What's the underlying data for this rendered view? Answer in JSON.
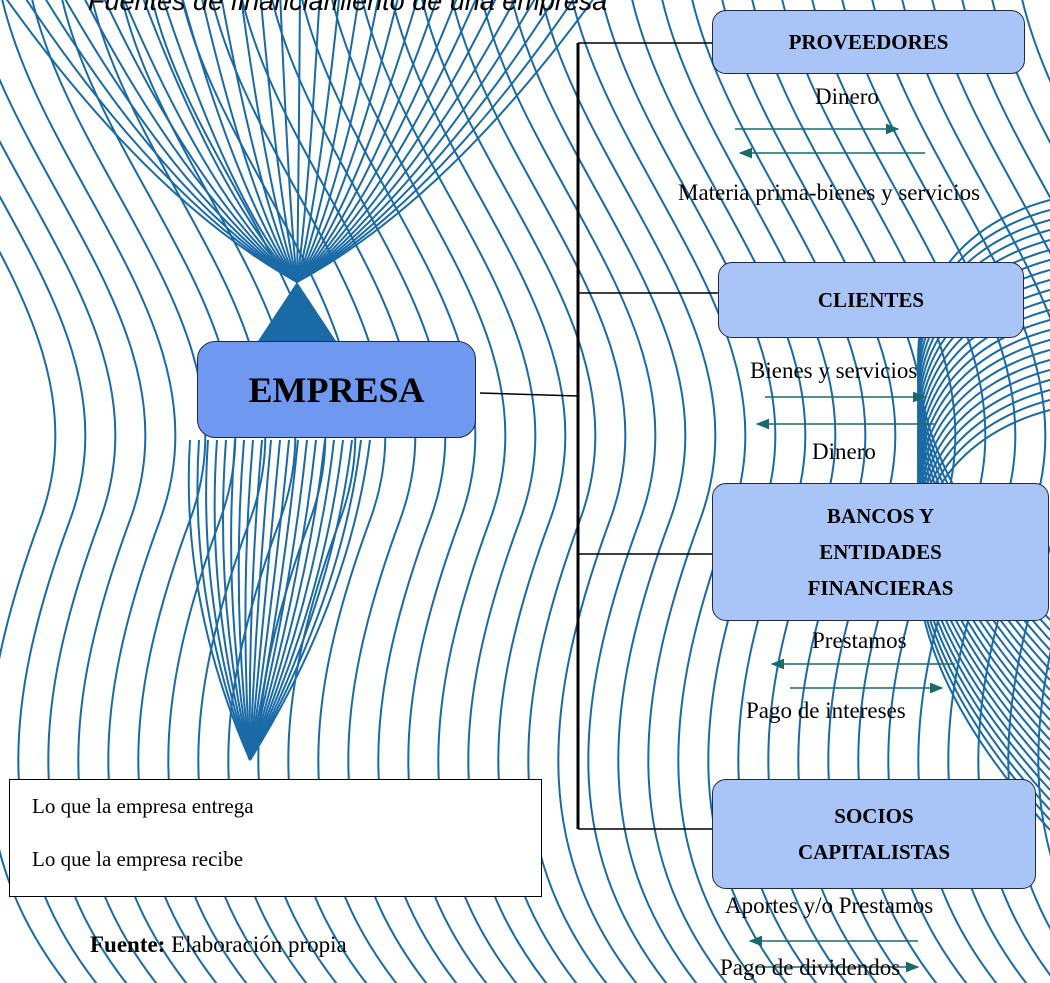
{
  "title": "Fuentes de financiamiento de una empresa",
  "center": {
    "label": "EMPRESA"
  },
  "entities": [
    {
      "name": "PROVEEDORES",
      "top_label": "Dinero",
      "bottom_label": "Materia prima-bienes y servicios"
    },
    {
      "name": "CLIENTES",
      "top_label": "Bienes y servicios",
      "bottom_label": "Dinero"
    },
    {
      "name_lines": [
        "BANCOS Y",
        "ENTIDADES",
        "FINANCIERAS"
      ],
      "top_label": "Prestamos",
      "bottom_label": "Pago de intereses"
    },
    {
      "name_lines": [
        "SOCIOS",
        "CAPITALISTAS"
      ],
      "top_label": "Aportes  y/o Prestamos",
      "bottom_label": "Pago de dividendos"
    }
  ],
  "legend": {
    "gives": "Lo que la empresa entrega",
    "receives": "Lo que la empresa recibe"
  },
  "source": {
    "label": "Fuente:",
    "text": " Elaboración propia"
  },
  "colors": {
    "background_lines": "#1a6aa6",
    "arrow": "#1a6a6a",
    "main_box": "#6f98f1",
    "entity_box": "#a9c4f7"
  }
}
